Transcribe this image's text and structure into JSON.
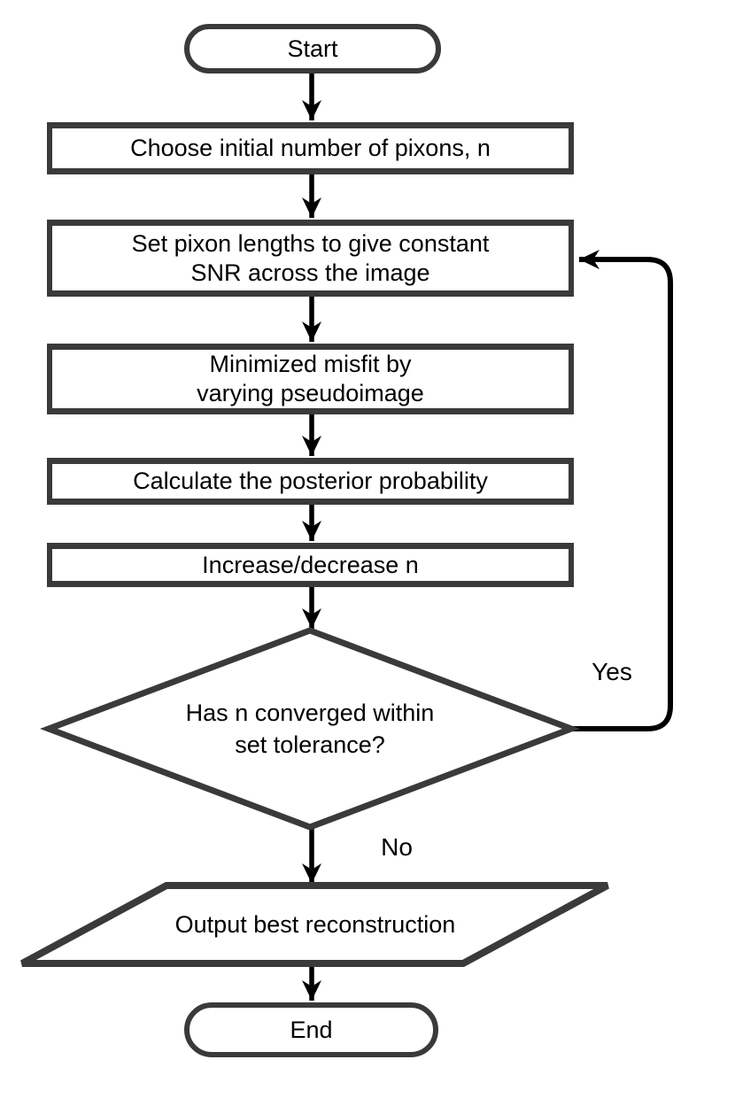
{
  "diagram": {
    "type": "flowchart",
    "background": "#ffffff",
    "colors": {
      "shape_stroke": "#3a3a3a",
      "connector": "#000000",
      "shape_fill": "#ffffff",
      "text": "#000000"
    },
    "nodes": [
      {
        "id": "start",
        "shape": "stadium",
        "lines": [
          "Start"
        ]
      },
      {
        "id": "choose-pixons",
        "shape": "process",
        "lines": [
          "Choose initial number of pixons, n"
        ]
      },
      {
        "id": "set-pixon-lengths",
        "shape": "process",
        "lines": [
          "Set pixon lengths to give constant",
          "SNR across the image"
        ]
      },
      {
        "id": "minimize-misfit",
        "shape": "process",
        "lines": [
          "Minimized misfit by",
          "varying pseudoimage"
        ]
      },
      {
        "id": "calculate-posterior",
        "shape": "process",
        "lines": [
          "Calculate the posterior probability"
        ]
      },
      {
        "id": "increase-decrease-n",
        "shape": "process",
        "lines": [
          "Increase/decrease n"
        ]
      },
      {
        "id": "converged-decision",
        "shape": "decision",
        "lines": [
          "Has n converged within",
          "set tolerance?"
        ]
      },
      {
        "id": "output-reconstruction",
        "shape": "input-output",
        "lines": [
          "Output best reconstruction"
        ]
      },
      {
        "id": "end",
        "shape": "stadium",
        "lines": [
          "End"
        ]
      }
    ],
    "edges": [
      {
        "from": "start",
        "to": "choose-pixons",
        "label": ""
      },
      {
        "from": "choose-pixons",
        "to": "set-pixon-lengths",
        "label": ""
      },
      {
        "from": "set-pixon-lengths",
        "to": "minimize-misfit",
        "label": ""
      },
      {
        "from": "minimize-misfit",
        "to": "calculate-posterior",
        "label": ""
      },
      {
        "from": "calculate-posterior",
        "to": "increase-decrease-n",
        "label": ""
      },
      {
        "from": "increase-decrease-n",
        "to": "converged-decision",
        "label": ""
      },
      {
        "from": "converged-decision",
        "to": "set-pixon-lengths",
        "label": "Yes"
      },
      {
        "from": "converged-decision",
        "to": "output-reconstruction",
        "label": "No"
      },
      {
        "from": "output-reconstruction",
        "to": "end",
        "label": ""
      }
    ]
  }
}
